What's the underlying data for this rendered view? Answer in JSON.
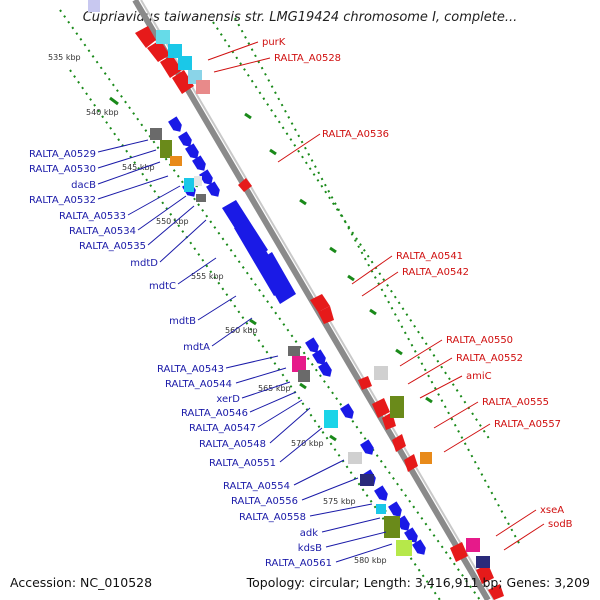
{
  "title": "Cupriavidus taiwanensis str. LMG19424 chromosome I, complete...",
  "footer": {
    "accession": "Accession: NC_010528",
    "summary": "Topology: circular; Length: 3,416,911 bp; Genes: 3,209"
  },
  "ticks": [
    "535 kbp",
    "540 kbp",
    "545 kbp",
    "550 kbp",
    "555 kbp",
    "560 kbp",
    "565 kbp",
    "570 kbp",
    "575 kbp",
    "580 kbp"
  ],
  "left_labels": [
    "RALTA_A0529",
    "RALTA_A0530",
    "dacB",
    "RALTA_A0532",
    "RALTA_A0533",
    "RALTA_A0534",
    "RALTA_A0535",
    "mdtD",
    "mdtC",
    "mdtB",
    "mdtA",
    "RALTA_A0543",
    "RALTA_A0544",
    "xerD",
    "RALTA_A0546",
    "RALTA_A0547",
    "RALTA_A0548",
    "RALTA_A0551",
    "RALTA_A0554",
    "RALTA_A0556",
    "RALTA_A0558",
    "adk",
    "kdsB",
    "RALTA_A0561"
  ],
  "right_labels": [
    "purK",
    "RALTA_A0528",
    "RALTA_A0536",
    "RALTA_A0541",
    "RALTA_A0542",
    "RALTA_A0550",
    "RALTA_A0552",
    "amiC",
    "RALTA_A0555",
    "RALTA_A0557",
    "xseA",
    "sodB"
  ],
  "colors": {
    "forward_gene": "#1a1ae6",
    "reverse_gene": "#e61a1a",
    "label_forward": "#1a1aa8",
    "label_reverse": "#d01010",
    "gc_skew": "#1a8a1a",
    "backbone": "#8a8a8a"
  }
}
